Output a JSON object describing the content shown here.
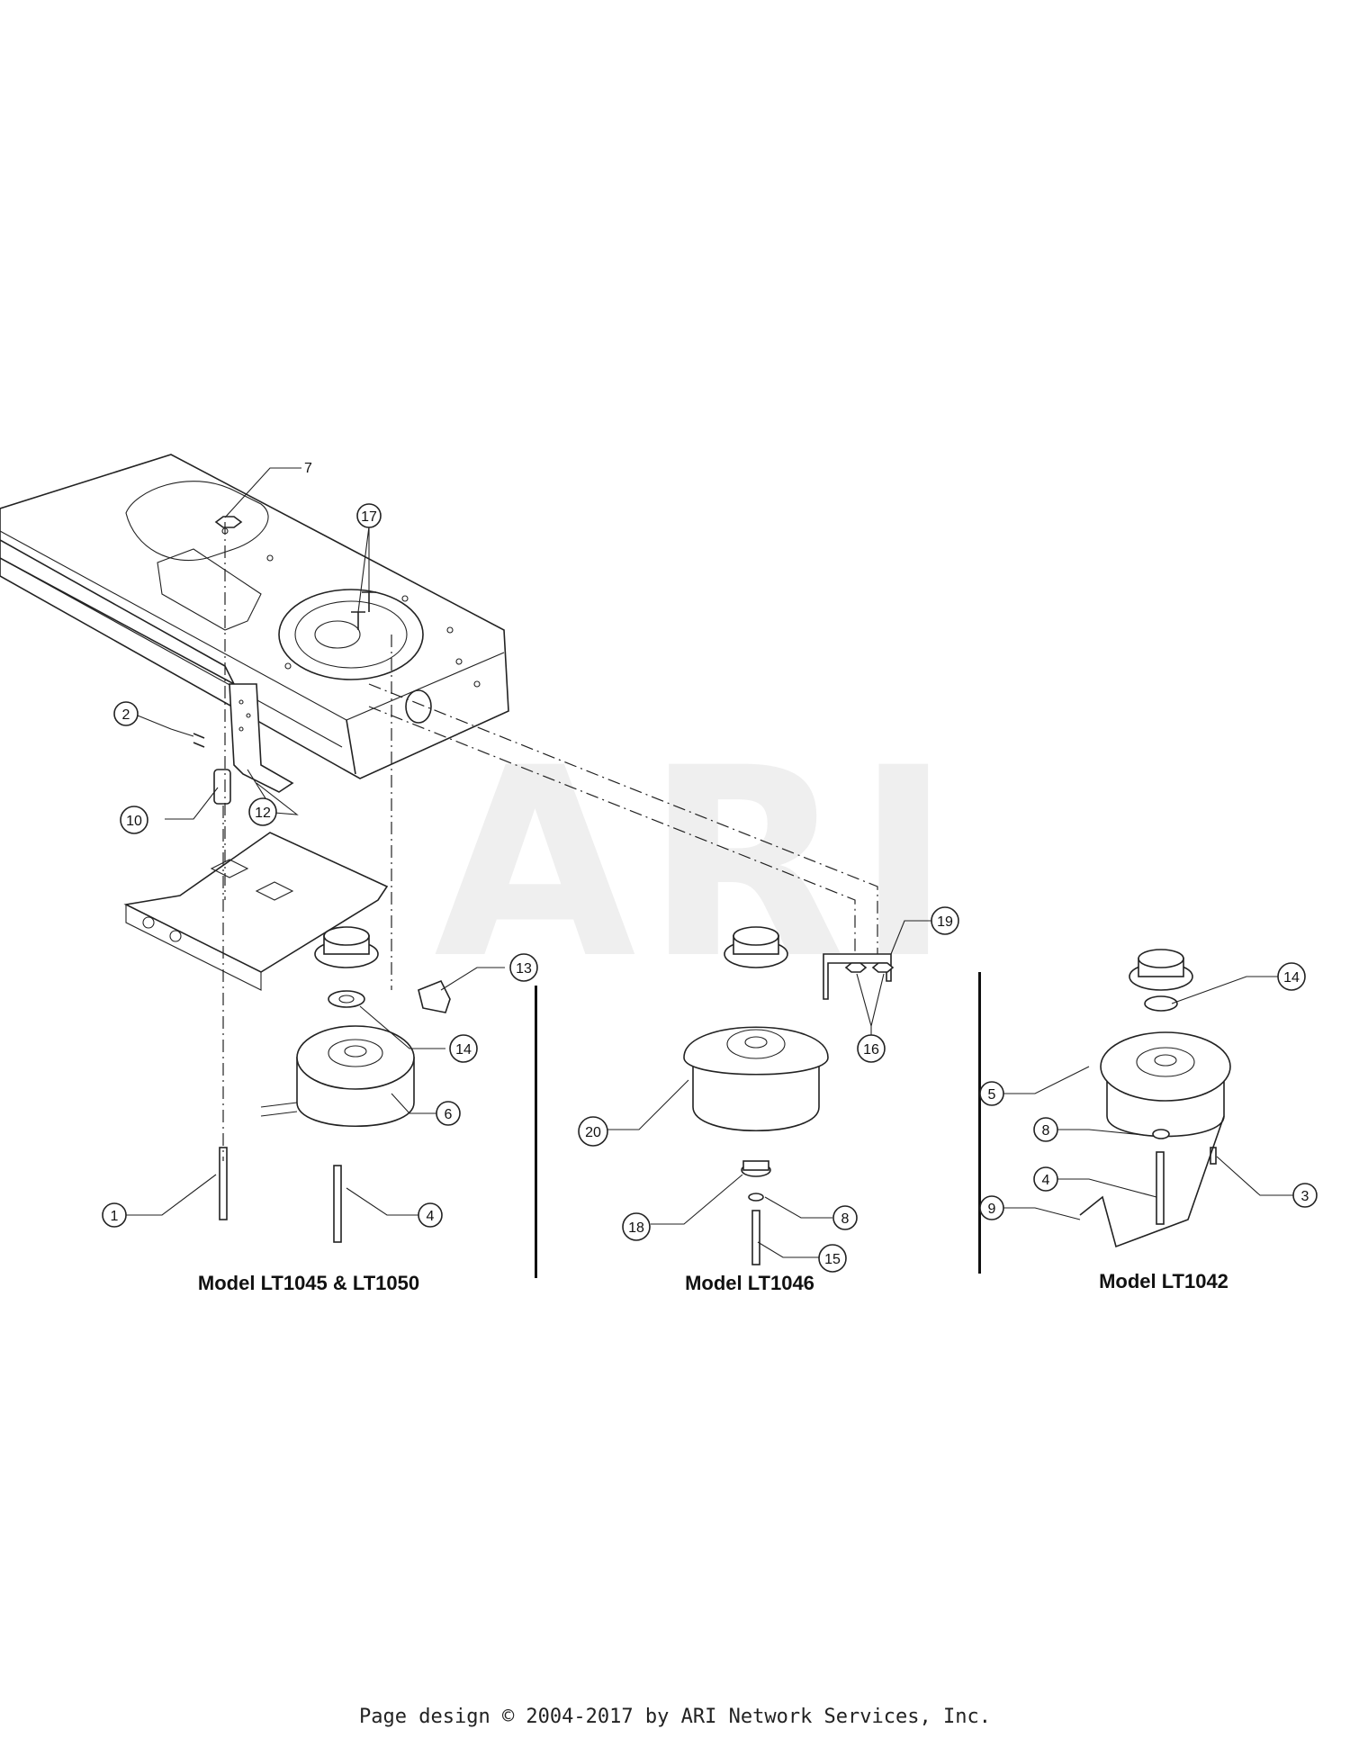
{
  "diagram": {
    "watermark": "ARI",
    "models": [
      {
        "id": "lt1045-lt1050",
        "label": "Model LT1045 & LT1050"
      },
      {
        "id": "lt1046",
        "label": "Model LT1046"
      },
      {
        "id": "lt1042",
        "label": "Model LT1042"
      }
    ],
    "callouts": [
      {
        "id": "c7",
        "label": "7"
      },
      {
        "id": "c17",
        "label": "17"
      },
      {
        "id": "c2",
        "label": "2"
      },
      {
        "id": "c10",
        "label": "10"
      },
      {
        "id": "c12",
        "label": "12"
      },
      {
        "id": "c13",
        "label": "13"
      },
      {
        "id": "c14a",
        "label": "14"
      },
      {
        "id": "c6",
        "label": "6"
      },
      {
        "id": "c1",
        "label": "1"
      },
      {
        "id": "c4a",
        "label": "4"
      },
      {
        "id": "c19",
        "label": "19"
      },
      {
        "id": "c16",
        "label": "16"
      },
      {
        "id": "c20",
        "label": "20"
      },
      {
        "id": "c8a",
        "label": "8"
      },
      {
        "id": "c18",
        "label": "18"
      },
      {
        "id": "c15",
        "label": "15"
      },
      {
        "id": "c14b",
        "label": "14"
      },
      {
        "id": "c5",
        "label": "5"
      },
      {
        "id": "c8b",
        "label": "8"
      },
      {
        "id": "c4b",
        "label": "4"
      },
      {
        "id": "c3",
        "label": "3"
      },
      {
        "id": "c9",
        "label": "9"
      }
    ]
  },
  "footer": {
    "text": "Page design © 2004-2017 by ARI Network Services, Inc."
  }
}
